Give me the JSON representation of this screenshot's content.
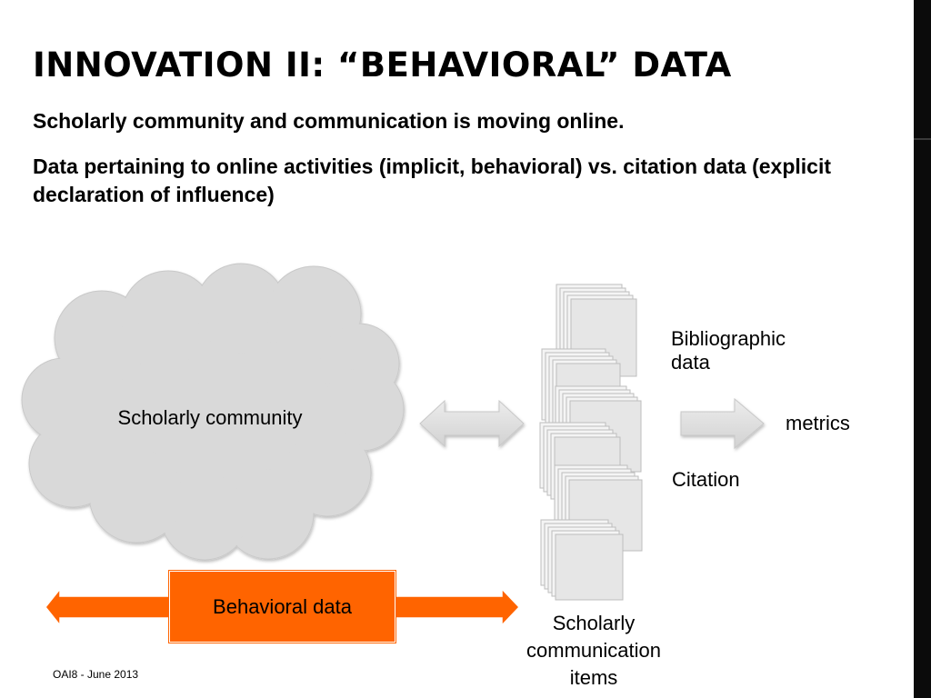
{
  "slide": {
    "title": "INNOVATION II: “BEHAVIORAL” DATA",
    "bullets": [
      "Scholarly community and communication is moving online.",
      "Data pertaining to online activities (implicit, behavioral) vs. citation data (explicit declaration of influence)"
    ],
    "footer": "OAI8 - June 2013"
  },
  "diagram": {
    "cloud_label": "Scholarly community",
    "bibliographic_label": "Bibliographic data",
    "citation_label": "Citation",
    "metrics_label": "metrics",
    "items_label": "Scholarly communication items",
    "behavioral_label": "Behavioral data"
  },
  "colors": {
    "accent": "#ff6400",
    "cloud_fill": "#d9d9d9",
    "arrow_gray": "#dcdcdc",
    "page_fill": "#e6e6e6",
    "right_bar": "#0b0b0b"
  },
  "icons": [
    "cloud-shape",
    "double-arrow-gray",
    "document-stack-icon",
    "right-arrow-gray",
    "double-arrow-orange"
  ]
}
